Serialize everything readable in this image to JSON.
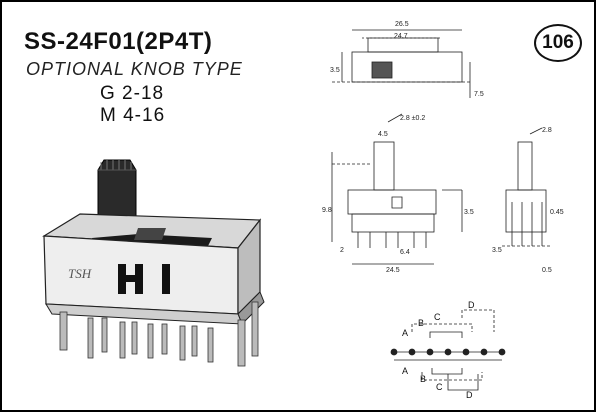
{
  "header": {
    "model": "SS-24F01(2P4T)",
    "subtitle": "OPTIONAL KNOB TYPE",
    "spec_g": "G 2-18",
    "spec_m": "M 4-16",
    "page_number": "106"
  },
  "product": {
    "brand_marking": "TSH",
    "body_marking": "H I"
  },
  "drawing": {
    "top_view": {
      "dim_a": "26.5",
      "dim_b": "24.7",
      "dim_c": "3.5",
      "dim_d": "7.5"
    },
    "front_view": {
      "dim_knob": "2.8 ±0.2",
      "dim_d": "4.5",
      "dim_h": "9.8",
      "dim_h2": "3.5",
      "dim_w": "24.5",
      "dim_p": "6.4",
      "dim_p2": "2"
    },
    "side_view": {
      "dim_top": "2.8",
      "dim_a": "0.45",
      "dim_b": "0.5",
      "dim_c": "3.5"
    },
    "schematic": {
      "labels": [
        "A",
        "B",
        "C",
        "D",
        "A",
        "B",
        "C",
        "D"
      ]
    }
  }
}
